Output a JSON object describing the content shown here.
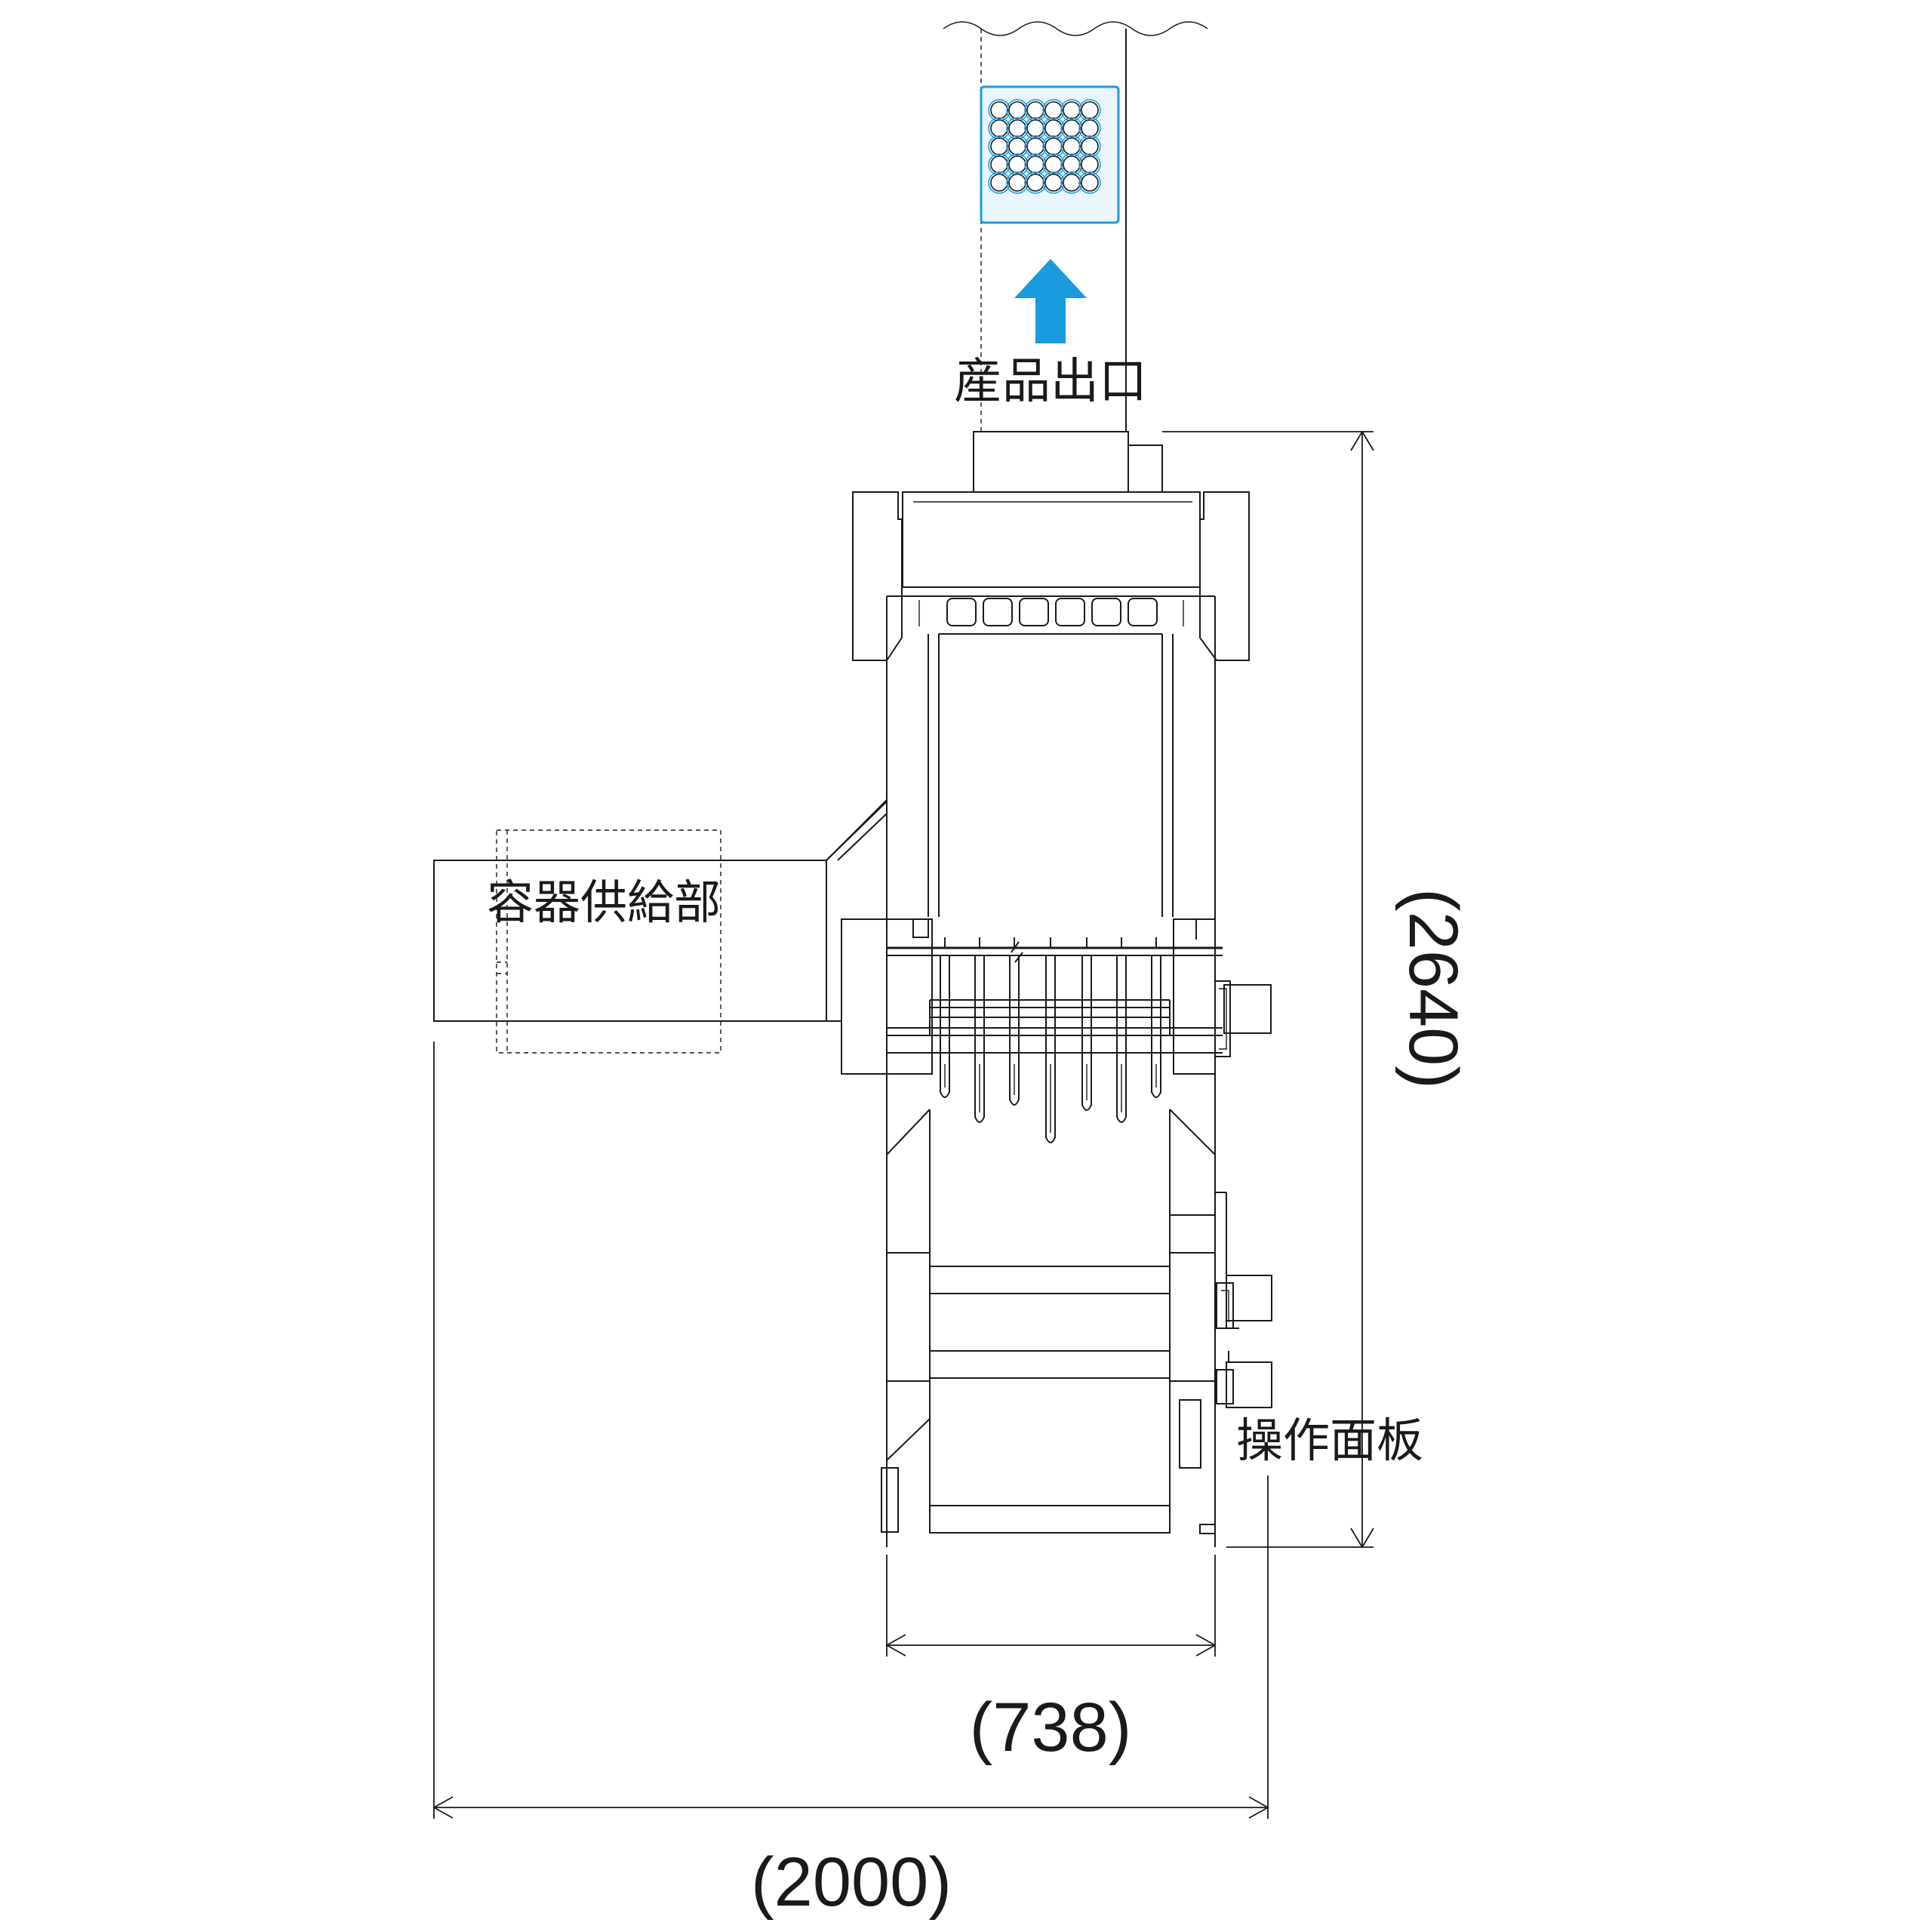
{
  "labels": {
    "product_outlet": "産品出口",
    "container_supply": "容器供給部",
    "operation_panel": "操作面板"
  },
  "dimensions": {
    "height": "(2640)",
    "width_body": "(738)",
    "width_total": "(2000)"
  },
  "colors": {
    "accent_blue": "#1a9be0",
    "tray_fill": "#eaf6fd",
    "line": "#1a1a1a"
  }
}
